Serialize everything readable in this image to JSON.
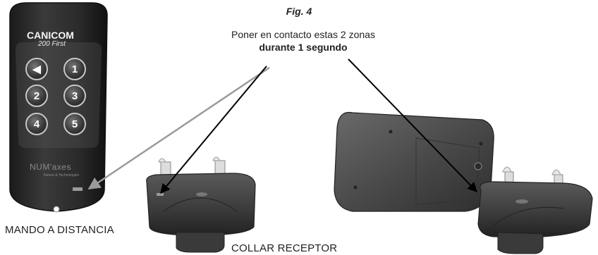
{
  "figure": {
    "title": "Fig. 4",
    "instruction_line1": "Poner en contacto estas 2 zonas",
    "instruction_line2": "durante 1 segundo"
  },
  "remote": {
    "brand": "CANICOM",
    "model": "200 First",
    "maker": "NUM'axes",
    "maker_sub": "Nature & Technologies",
    "buttons": [
      "◀",
      "1",
      "2",
      "3",
      "4",
      "5"
    ],
    "label": "MANDO A DISTANCIA"
  },
  "collar": {
    "label": "COLLAR RECEPTOR"
  },
  "colors": {
    "remote_body": "#2a2a2a",
    "collar_body": "#3c3c3c",
    "grey_arrow": "#9a9a9a",
    "black_arrow": "#000000"
  }
}
